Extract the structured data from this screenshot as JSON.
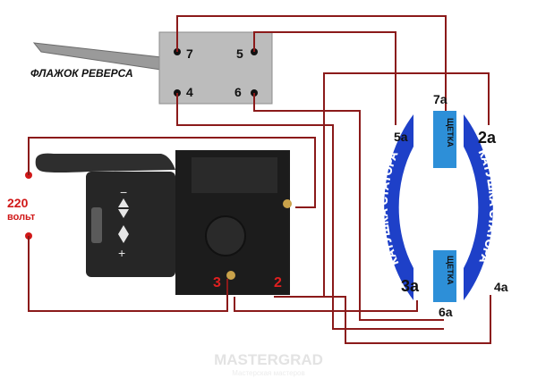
{
  "reverse_switch": {
    "label": "ФЛАЖОК РЕВЕРСА",
    "pins": [
      "7",
      "5",
      "4",
      "6"
    ]
  },
  "supply": {
    "voltage": "220",
    "unit": "вольт"
  },
  "trigger": {
    "terminal_left": "3",
    "terminal_right": "2"
  },
  "motor": {
    "stator_left": "КАТУШКА СТАТОРА",
    "stator_right": "КАТУШКА СТАТОРА",
    "brush_top": "ЩЕТКА",
    "brush_bottom": "ЩЕТКА",
    "labels": {
      "p5a": "5а",
      "p7a": "7а",
      "p2a": "2а",
      "p3a": "3а",
      "p6a": "6а",
      "p4a": "4а"
    }
  },
  "watermark": {
    "brand": "MASTERGRAD",
    "sub": "Мастерская мастеров"
  },
  "colors": {
    "wire": "#8b1a1a",
    "stator_blue": "#1e40c8",
    "brush_blue": "#2d8fd8",
    "trigger_red": "#e02020",
    "switch_grey": "#bcbcbc"
  }
}
